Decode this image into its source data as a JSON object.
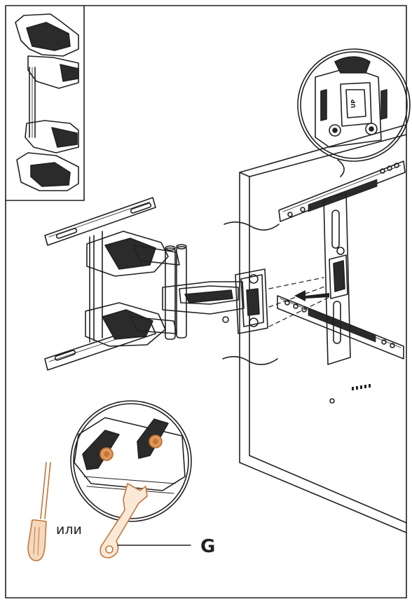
{
  "labels": {
    "alternative_word": "или",
    "tool_letter": "G",
    "up_mark": "UP"
  },
  "tools": {
    "screwdriver_icon": "screwdriver-icon",
    "wrench_icon": "wrench-icon"
  },
  "colors": {
    "line": "#231f20",
    "tool_accent": "#e0975a",
    "dark_fill": "#2b2b2b"
  }
}
